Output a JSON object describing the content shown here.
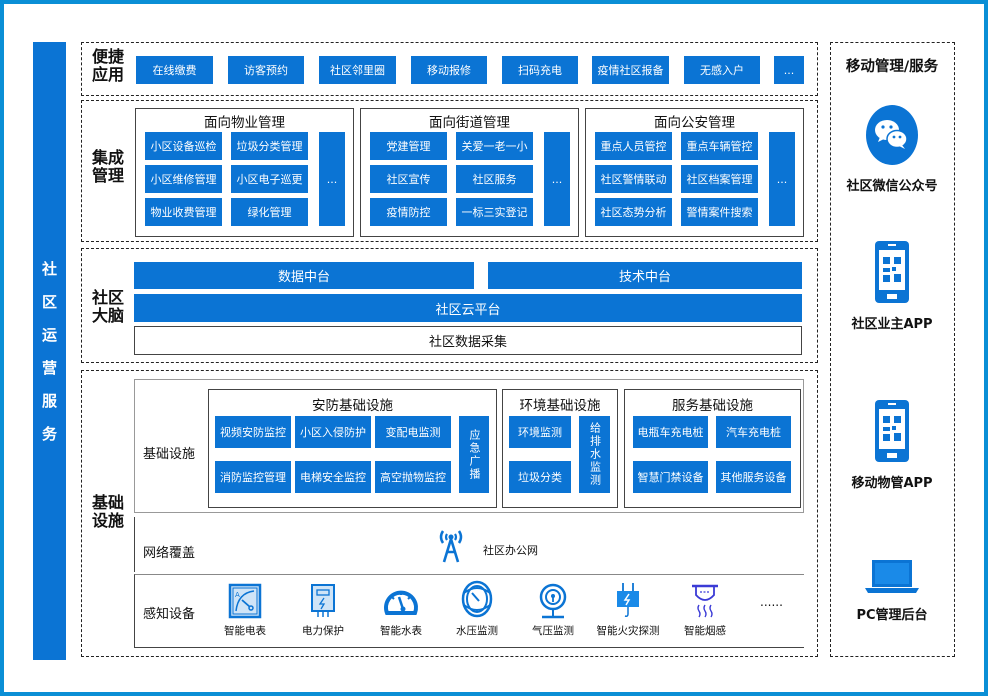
{
  "sidebar": {
    "label": [
      "社",
      "区",
      "运",
      "营",
      "服",
      "务"
    ]
  },
  "convenience": {
    "title": [
      "便捷",
      "应用"
    ],
    "items": [
      "在线缴费",
      "访客预约",
      "社区邻里圈",
      "移动报修",
      "扫码充电",
      "疫情社区报备",
      "无感入户",
      "..."
    ]
  },
  "integration": {
    "title": [
      "集成",
      "管理"
    ],
    "groups": [
      {
        "title": "面向物业管理",
        "items": [
          "小区设备巡检",
          "垃圾分类管理",
          "小区维修管理",
          "小区电子巡更",
          "物业收费管理",
          "绿化管理"
        ],
        "more": "..."
      },
      {
        "title": "面向街道管理",
        "items": [
          "党建管理",
          "关爱一老一小",
          "社区宣传",
          "社区服务",
          "疫情防控",
          "一标三实登记"
        ],
        "more": "..."
      },
      {
        "title": "面向公安管理",
        "items": [
          "重点人员管控",
          "重点车辆管控",
          "社区警情联动",
          "社区档案管理",
          "社区态势分析",
          "警情案件搜索"
        ],
        "more": "..."
      }
    ]
  },
  "brain": {
    "title": [
      "社区",
      "大脑"
    ],
    "data_platform": "数据中台",
    "tech_platform": "技术中台",
    "cloud": "社区云平台",
    "collection": "社区数据采集"
  },
  "infra": {
    "title": [
      "基础",
      "设施"
    ],
    "basic_label": "基础设施",
    "security": {
      "title": "安防基础设施",
      "items": [
        "视频安防监控",
        "小区入侵防护",
        "变配电监测",
        "消防监控管理",
        "电梯安全监控",
        "高空抛物监控"
      ],
      "side": "应急广播"
    },
    "environment": {
      "title": "环境基础设施",
      "items": [
        "环境监测",
        "垃圾分类"
      ],
      "side": "给排水监测"
    },
    "service": {
      "title": "服务基础设施",
      "items": [
        "电瓶车充电桩",
        "汽车充电桩",
        "智慧门禁设备",
        "其他服务设备"
      ]
    },
    "network": {
      "label": "网络覆盖",
      "name": "社区办公网"
    },
    "sensing": {
      "label": "感知设备",
      "items": [
        {
          "label": "智能电表",
          "icon": "ammeter-icon"
        },
        {
          "label": "电力保护",
          "icon": "power-protection-icon"
        },
        {
          "label": "智能水表",
          "icon": "water-meter-icon"
        },
        {
          "label": "水压监测",
          "icon": "water-pressure-icon"
        },
        {
          "label": "气压监测",
          "icon": "air-pressure-icon"
        },
        {
          "label": "智能火灾探测",
          "icon": "fire-detector-icon"
        },
        {
          "label": "智能烟感",
          "icon": "smoke-detector-icon"
        }
      ],
      "more": "......"
    }
  },
  "mobile": {
    "title": "移动管理/服务",
    "items": [
      {
        "label": "社区微信公众号",
        "icon": "wechat-icon"
      },
      {
        "label": "社区业主APP",
        "icon": "phone-qr-icon"
      },
      {
        "label": "移动物管APP",
        "icon": "phone-qr-icon"
      },
      {
        "label": "PC管理后台",
        "icon": "laptop-icon"
      }
    ]
  },
  "colors": {
    "primary": "#0b74d4",
    "frame": "#0a8fd6"
  }
}
